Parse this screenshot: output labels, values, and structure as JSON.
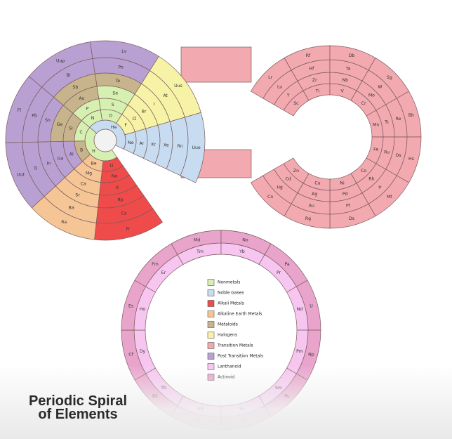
{
  "title_line1": "Periodic Spiral",
  "title_line2": "of Elements",
  "colors": {
    "nonmetal": "#d5f0b0",
    "noble": "#c7dcf0",
    "alkali": "#ef4b4b",
    "alkaline": "#f5c596",
    "metalloid": "#c7b48c",
    "halogen": "#f7f3a6",
    "transition": "#f2a9b0",
    "post": "#b9a0d2",
    "lanth": "#f7c6f0",
    "actin": "#e9a4cc",
    "unknown": "#d9d9d9",
    "center": "#f2f2f2",
    "outline": "#7a5a5a"
  },
  "legend": [
    {
      "label": "Nonmetals",
      "color": "nonmetal"
    },
    {
      "label": "Noble Gases",
      "color": "noble"
    },
    {
      "label": "Alkali Metals",
      "color": "alkali"
    },
    {
      "label": "Alkaline Earth Metals",
      "color": "alkaline"
    },
    {
      "label": "Metaloids",
      "color": "metalloid"
    },
    {
      "label": "Halogens",
      "color": "halogen"
    },
    {
      "label": "Transition Metals",
      "color": "transition"
    },
    {
      "label": "Post Transition Metals",
      "color": "post"
    },
    {
      "label": "Lanthanoid",
      "color": "lanth"
    },
    {
      "label": "Actinoid",
      "color": "actin"
    }
  ],
  "elements": [
    {
      "s": "H",
      "c": "nonmetal"
    },
    {
      "s": "He",
      "c": "noble"
    },
    {
      "s": "Li",
      "c": "alkali"
    },
    {
      "s": "Be",
      "c": "alkaline"
    },
    {
      "s": "B",
      "c": "metalloid"
    },
    {
      "s": "C",
      "c": "nonmetal"
    },
    {
      "s": "N",
      "c": "nonmetal"
    },
    {
      "s": "O",
      "c": "nonmetal"
    },
    {
      "s": "F",
      "c": "halogen"
    },
    {
      "s": "Ne",
      "c": "noble"
    },
    {
      "s": "Na",
      "c": "alkali"
    },
    {
      "s": "Mg",
      "c": "alkaline"
    },
    {
      "s": "Al",
      "c": "post"
    },
    {
      "s": "Si",
      "c": "metalloid"
    },
    {
      "s": "P",
      "c": "nonmetal"
    },
    {
      "s": "S",
      "c": "nonmetal"
    },
    {
      "s": "Cl",
      "c": "halogen"
    },
    {
      "s": "Ar",
      "c": "noble"
    },
    {
      "s": "K",
      "c": "alkali"
    },
    {
      "s": "Ca",
      "c": "alkaline"
    },
    {
      "s": "Ga",
      "c": "post"
    },
    {
      "s": "Ge",
      "c": "metalloid"
    },
    {
      "s": "As",
      "c": "metalloid"
    },
    {
      "s": "Se",
      "c": "nonmetal"
    },
    {
      "s": "Br",
      "c": "halogen"
    },
    {
      "s": "Kr",
      "c": "noble"
    },
    {
      "s": "Rb",
      "c": "alkali"
    },
    {
      "s": "Sr",
      "c": "alkaline"
    },
    {
      "s": "In",
      "c": "post"
    },
    {
      "s": "Sn",
      "c": "post"
    },
    {
      "s": "Sb",
      "c": "metalloid"
    },
    {
      "s": "Te",
      "c": "metalloid"
    },
    {
      "s": "I",
      "c": "halogen"
    },
    {
      "s": "Xe",
      "c": "noble"
    },
    {
      "s": "Cs",
      "c": "alkali"
    },
    {
      "s": "Ba",
      "c": "alkaline"
    },
    {
      "s": "Tl",
      "c": "post"
    },
    {
      "s": "Pb",
      "c": "post"
    },
    {
      "s": "Bi",
      "c": "post"
    },
    {
      "s": "Po",
      "c": "post"
    },
    {
      "s": "At",
      "c": "halogen"
    },
    {
      "s": "Rn",
      "c": "noble"
    },
    {
      "s": "Fr",
      "c": "alkali"
    },
    {
      "s": "Ra",
      "c": "alkaline"
    },
    {
      "s": "Uut",
      "c": "post"
    },
    {
      "s": "Fl",
      "c": "post"
    },
    {
      "s": "Uup",
      "c": "post"
    },
    {
      "s": "Lv",
      "c": "post"
    },
    {
      "s": "Uus",
      "c": "halogen"
    },
    {
      "s": "Uuo",
      "c": "noble"
    }
  ],
  "transition_rows": [
    [
      "Sc",
      "Ti",
      "V",
      "Cr",
      "Mn",
      "Fe",
      "Co",
      "Ni",
      "Cu",
      "Zn"
    ],
    [
      "Y",
      "Zr",
      "Nb",
      "Mo",
      "Tc",
      "Ru",
      "Rh",
      "Pd",
      "Ag",
      "Cd"
    ],
    [
      "Lu",
      "Hf",
      "Ta",
      "W",
      "Re",
      "Os",
      "Ir",
      "Pt",
      "Au",
      "Hg"
    ],
    [
      "Lr",
      "Rf",
      "Db",
      "Sg",
      "Bh",
      "Hs",
      "Mt",
      "Ds",
      "Rg",
      "Cn"
    ]
  ],
  "lanthanoids": [
    "La",
    "Ce",
    "Pr",
    "Nd",
    "Pm",
    "Sm",
    "Eu",
    "Gd",
    "Tb",
    "Dy",
    "Ho",
    "Er",
    "Tm",
    "Yb"
  ],
  "actinoids": [
    "Ac",
    "Th",
    "Pa",
    "U",
    "Np",
    "Pu",
    "Am",
    "Cm",
    "Bk",
    "Cf",
    "Es",
    "Fm",
    "Md",
    "No"
  ]
}
